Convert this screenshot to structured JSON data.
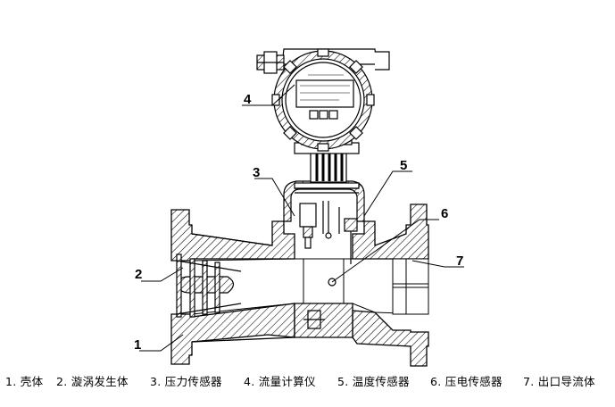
{
  "callouts": [
    "1",
    "2",
    "3",
    "4",
    "5",
    "6",
    "7"
  ],
  "legend": [
    "1. 壳体",
    "2. 漩涡发生体",
    "3. 压力传感器",
    "4. 流量计算仪",
    "5. 温度传感器",
    "6. 压电传感器",
    "7. 出口导流体"
  ]
}
